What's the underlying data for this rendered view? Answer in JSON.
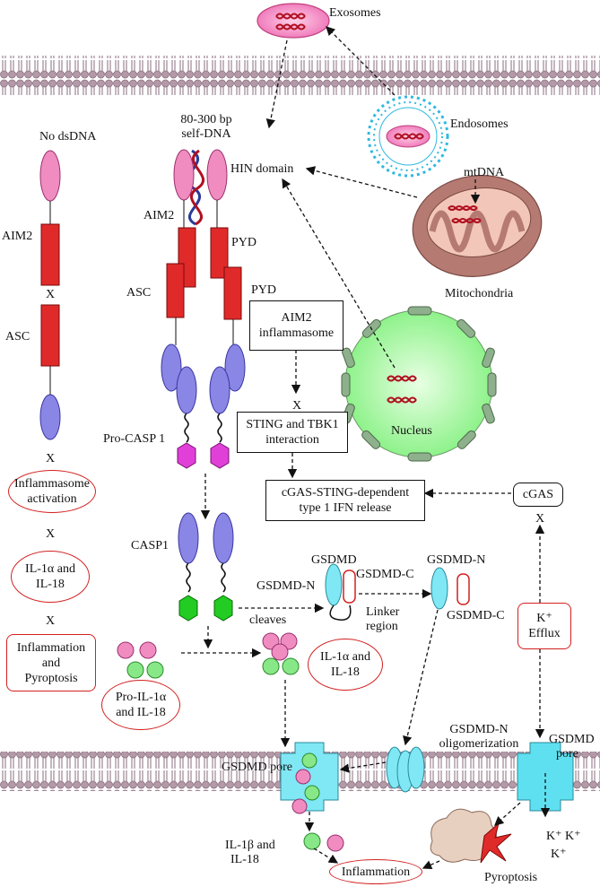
{
  "labels": {
    "exosomes": "Exosomes",
    "endosomes": "Endosomes",
    "mtdna": "mtDNA",
    "mitochondria": "Mitochondria",
    "nucleus": "Nucleus",
    "hin_domain": "HIN domain",
    "self_dna_line1": "80-300 bp",
    "self_dna_line2": "self-DNA",
    "no_dsdna": "No dsDNA",
    "aim2_left": "AIM2",
    "asc_left": "ASC",
    "aim2_mid": "AIM2",
    "asc_mid": "ASC",
    "pyd_1": "PYD",
    "pyd_2": "PYD",
    "pro_casp1": "Pro-CASP 1",
    "casp1": "CASP1",
    "gsdmd": "GSDMD",
    "gsdmd_n_left": "GSDMD-N",
    "gsdmd_c_mid": "GSDMD-C",
    "gsdmd_n_right": "GSDMD-N",
    "gsdmd_c_right": "GSDMD-C",
    "cleaves": "cleaves",
    "linker_line1": "Linker",
    "linker_line2": "region",
    "gsdmd_n_olig_line1": "GSDMD-N",
    "gsdmd_n_olig_line2": "oligomerization",
    "gsdmd_pore_left": "GSDMD pore",
    "gsdmd_pore_right_line1": "GSDMD",
    "gsdmd_pore_right_line2": "pore",
    "il1b_line1": "IL-1β and",
    "il1b_line2": "IL-18",
    "pyroptosis": "Pyroptosis",
    "k_ions": "K⁺ K⁺",
    "k_ion": "K⁺",
    "x1": "X",
    "x2": "X",
    "x3": "X",
    "x4": "X",
    "x5": "X",
    "x6": "X"
  },
  "boxes": {
    "aim2_inflammasome_line1": "AIM2",
    "aim2_inflammasome_line2": "inflammasome",
    "sting_line1": "STING and TBK1",
    "sting_line2": "interaction",
    "cgas_sting_line1": "cGAS-STING-dependent",
    "cgas_sting_line2": "type 1 IFN release",
    "cgas": "cGAS",
    "k_efflux_line1": "K⁺",
    "k_efflux_line2": "Efflux"
  },
  "ovals": {
    "inflammasome_line1": "Inflammasome",
    "inflammasome_line2": "activation",
    "il1a_left_line1": "IL-1α and",
    "il1a_left_line2": "IL-18",
    "inflammation_pyro_line1": "Inflammation",
    "inflammation_pyro_line2": "and",
    "inflammation_pyro_line3": "Pyroptosis",
    "pro_il1a_line1": "Pro-IL-1α",
    "pro_il1a_line2": "and IL-18",
    "il1a_mid_line1": "IL-1α and",
    "il1a_mid_line2": "IL-18",
    "inflammation": "Inflammation"
  },
  "colors": {
    "membrane": "#b49aa8",
    "pink": "#f08cc0",
    "red": "#e02a2a",
    "blue": "#8a86e6",
    "magenta": "#e040d8",
    "green": "#22cc22",
    "cyan": "#7fe8f4",
    "oval_border": "#d42020",
    "mito": "#b57a72",
    "nucleus": "#aef5a8"
  }
}
